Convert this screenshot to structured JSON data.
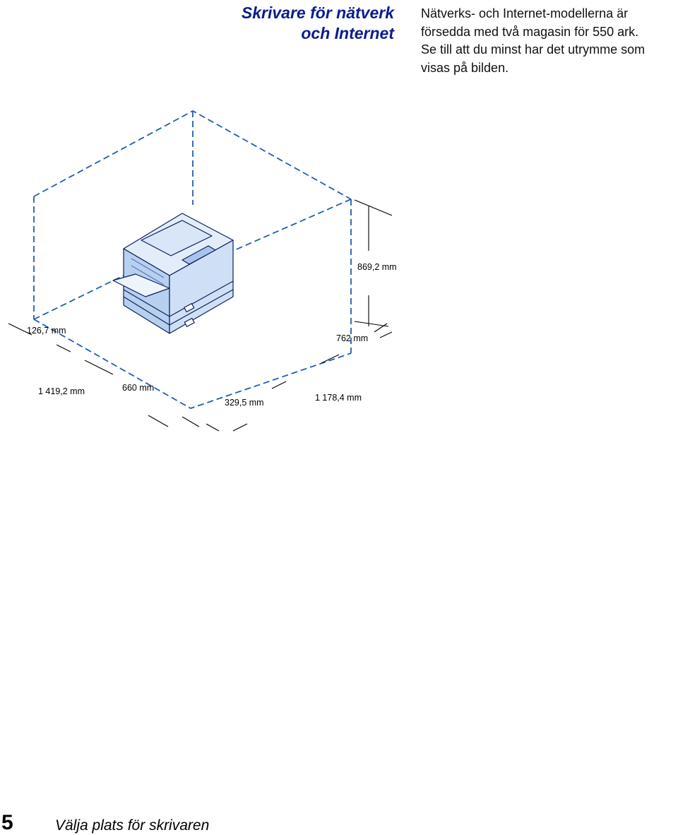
{
  "heading": {
    "line1": "Skrivare för nätverk",
    "line2": "och Internet"
  },
  "intro": {
    "lines": [
      "Nätverks- och Internet-modellerna är",
      "försedda med två magasin för 550 ark.",
      "Se till att du minst har det utrymme som",
      "visas på bilden."
    ]
  },
  "dimensions": {
    "height": "869,2 mm",
    "left_clearance": "126,7 mm",
    "right_depth": "762 mm",
    "total_width": "1 419,2 mm",
    "printer_width": "660 mm",
    "front_clearance": "329,5 mm",
    "total_depth": "1 178,4 mm"
  },
  "colors": {
    "heading": "#0a1c8c",
    "clearance_line": "#1f5fb0",
    "printer_fill": "#cfe0f6"
  },
  "footer": {
    "page_number": "5",
    "section_title": "Välja plats för skrivaren"
  }
}
